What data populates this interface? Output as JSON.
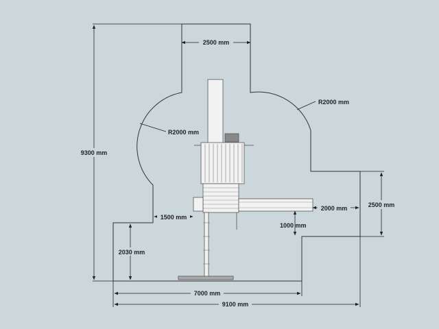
{
  "diagram": {
    "background_color": "#cbd7db",
    "line_color": "#222222",
    "structure_fill": "#f2f2f2",
    "structure_stroke": "#555555",
    "dimensions": {
      "top_width": "2500 mm",
      "radius_right": "R2000 mm",
      "radius_left": "R2000 mm",
      "total_height": "9300 mm",
      "right_offset": "2500 mm",
      "slide_clearance": "2000 mm",
      "left_step": "1500 mm",
      "right_step": "1000 mm",
      "bottom_left": "2030 mm",
      "inner_width": "7000 mm",
      "total_width": "9100 mm"
    }
  }
}
